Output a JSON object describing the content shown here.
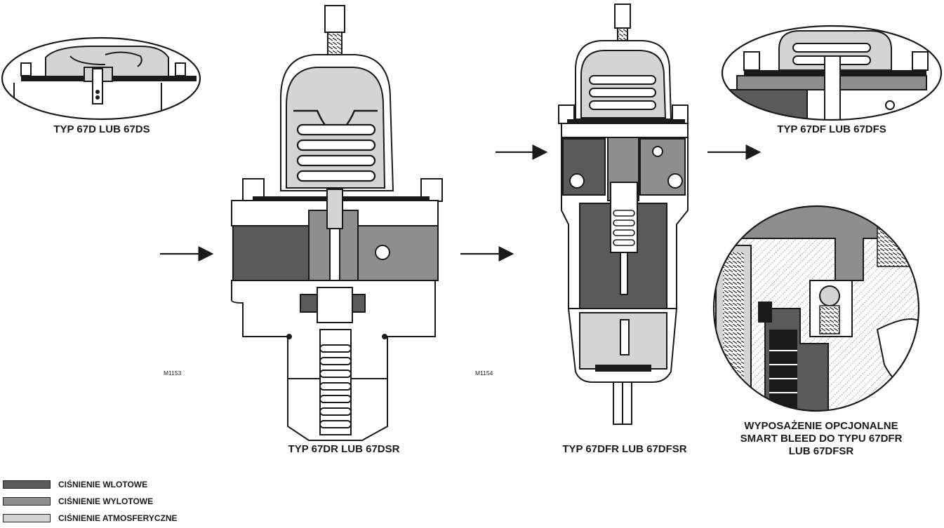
{
  "labels": {
    "typ_67d": "TYP 67D LUB 67DS",
    "typ_67dr": "TYP 67DR LUB 67DSR",
    "typ_67dfr": "TYP 67DFR LUB 67DFSR",
    "typ_67df": "TYP 67DF LUB 67DFS",
    "smart_bleed_line1": "WYPOSAŻENIE OPCJONALNE",
    "smart_bleed_line2": "SMART BLEED DO TYPU 67DFR",
    "smart_bleed_line3": "LUB 67DFSR",
    "code_left": "M1153",
    "code_right": "M1154"
  },
  "legend": [
    {
      "label": "CIŚNIENIE WLOTOWE",
      "color": "#5a5a5a"
    },
    {
      "label": "CIŚNIENIE WYLOTOWE",
      "color": "#8e8e8e"
    },
    {
      "label": "CIŚNIENIE ATMOSFERYCZNE",
      "color": "#d4d4d4"
    }
  ],
  "colors": {
    "inlet": "#5a5a5a",
    "outlet": "#8e8e8e",
    "atmospheric": "#d4d4d4",
    "line": "#1a1a1a",
    "white": "#ffffff"
  }
}
